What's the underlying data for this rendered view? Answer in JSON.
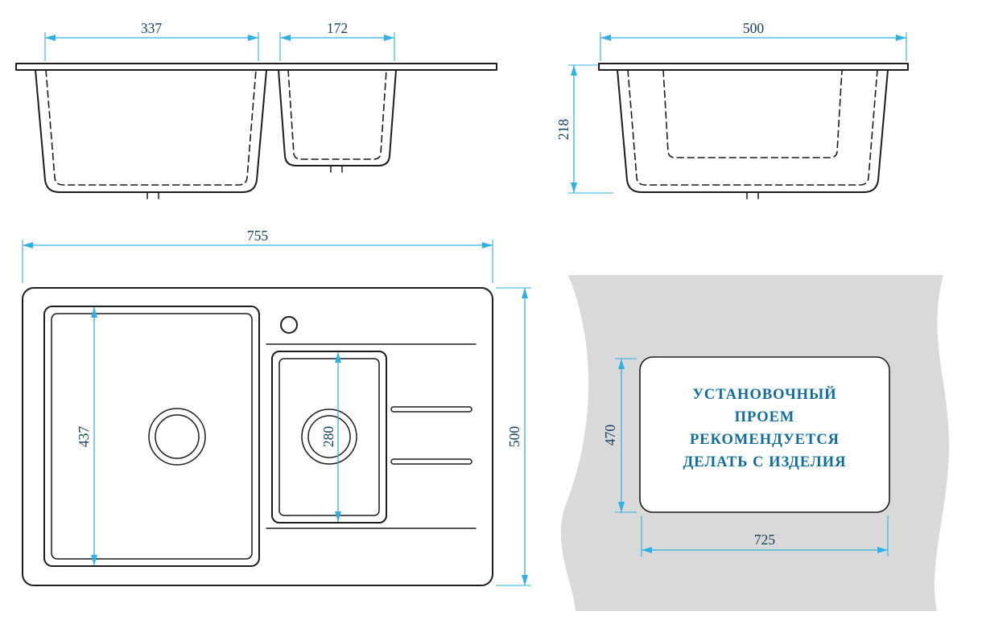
{
  "drawing": {
    "front_view": {
      "dim_large_bowl_width": "337",
      "dim_small_bowl_width": "172"
    },
    "side_view": {
      "dim_width": "500",
      "dim_depth": "218"
    },
    "plan_view": {
      "dim_overall_width": "755",
      "dim_overall_depth": "500",
      "dim_large_bowl_length": "437",
      "dim_small_bowl_length": "280"
    },
    "install_view": {
      "dim_cutout_height": "470",
      "dim_cutout_width": "725",
      "note_lines": [
        "УСТАНОВОЧНЫЙ",
        "ПРОЕМ",
        "РЕКОМЕНДУЕТСЯ",
        "ДЕЛАТЬ С ИЗДЕЛИЯ"
      ]
    },
    "colors": {
      "dimension_line": "#2fb1e3",
      "dimension_text": "#14425f",
      "outline": "#1c1c1c",
      "note_text": "#0d6e9e",
      "panel_fill": "#d9d9d9"
    }
  }
}
